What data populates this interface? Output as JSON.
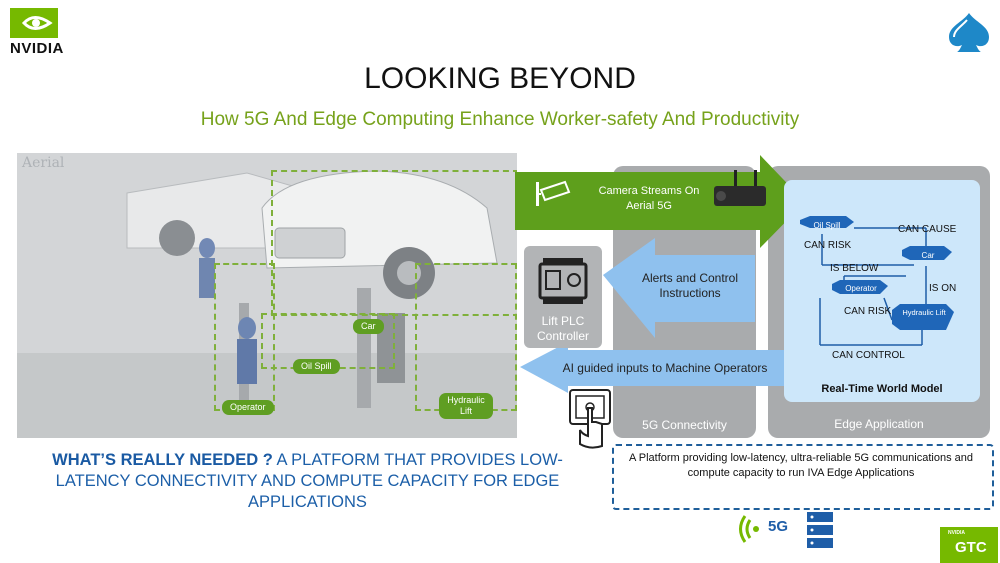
{
  "brand": {
    "logo_word": "NVIDIA",
    "accent": "#76b900"
  },
  "header": {
    "title": "LOOKING BEYOND",
    "subtitle": "How 5G And Edge Computing Enhance Worker-safety And Productivity"
  },
  "photo": {
    "caption": "Aerial",
    "detections": [
      "Car",
      "Oil Spill",
      "Operator",
      "Hydraulic Lift"
    ]
  },
  "flow": {
    "camera_streams": "Camera Streams On Aerial 5G",
    "alerts": "Alerts and Control Instructions",
    "ai_inputs": "AI guided inputs to Machine Operators",
    "plc": "Lift PLC Controller"
  },
  "columns": {
    "connectivity": "5G Connectivity",
    "edge": "Edge Application"
  },
  "world_model": {
    "title": "Real-Time World Model",
    "nodes": {
      "oil_spill": "Oil Spill",
      "car": "Car",
      "operator": "Operator",
      "hydraulic_lift": "Hydraulic Lift"
    },
    "relations": {
      "can_cause": "CAN CAUSE",
      "can_risk_1": "CAN RISK",
      "is_below": "IS BELOW",
      "is_on": "IS ON",
      "can_risk_2": "CAN RISK",
      "can_control": "CAN CONTROL"
    }
  },
  "bottom": {
    "needed_strong": "WHAT’S REALLY NEEDED ?",
    "needed_rest": "A PLATFORM THAT PROVIDES LOW-LATENCY CONNECTIVITY AND COMPUTE CAPACITY FOR EDGE APPLICATIONS",
    "platform": "A Platform providing low-latency, ultra-reliable 5G communications and compute capacity to run IVA Edge Applications",
    "five_g": "5G"
  },
  "footer": {
    "gtc_brand": "NVIDIA",
    "gtc": "GTC"
  }
}
